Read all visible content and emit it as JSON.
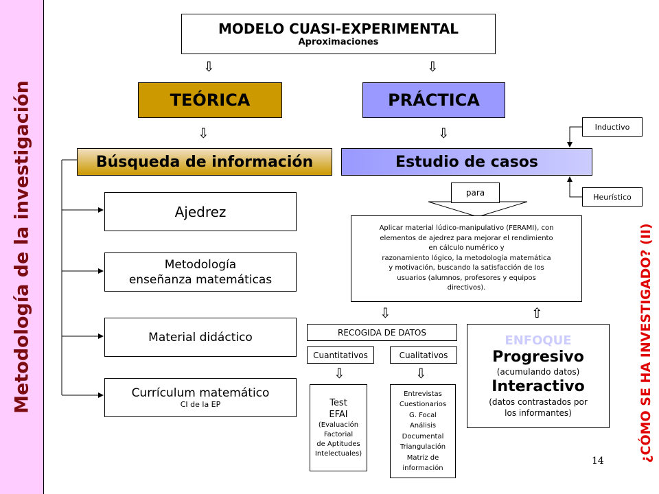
{
  "sidebar_title": "Metodología de la investigación",
  "right_title": "¿CÓMO SE HA INVESTIGADO? (II)",
  "model": {
    "title": "MODELO CUASI-EXPERIMENTAL",
    "subtitle": "Aproximaciones"
  },
  "teorica": "TEÓRICA",
  "practica": "PRÁCTICA",
  "busqueda": "Búsqueda de información",
  "estudio": "Estudio de casos",
  "inductivo": "Inductivo",
  "heuristico": "Heurístico",
  "para": "para",
  "left_items": [
    {
      "line1": "Ajedrez",
      "line2": ""
    },
    {
      "line1": "Metodología",
      "line2": "enseñanza matemáticas"
    },
    {
      "line1": "Material didáctico",
      "line2": ""
    },
    {
      "line1": "Currículum matemático",
      "line2": "CI de la EP"
    }
  ],
  "aplicar_lines": [
    "Aplicar material lúdico-manipulativo (FERAMI), con",
    "elementos de ajedrez para mejorar el rendimiento",
    "en cálculo numérico y",
    "razonamiento lógico, la metodología matemática",
    "y motivación, buscando la satisfacción de los",
    "usuarios (alumnos, profesores y equipos",
    "directivos)."
  ],
  "recogida": "RECOGIDA DE DATOS",
  "cuantitativos": "Cuantitativos",
  "cualitativos": "Cualitativos",
  "test_lines": [
    "Test",
    "EFAI",
    "(Evaluación",
    "Factorial",
    "de Aptitudes",
    "Intelectuales)"
  ],
  "entrevistas_lines": [
    "Entrevistas",
    "Cuestionarios",
    "G. Focal",
    "Análisis",
    "Documental",
    "Triangulación",
    "Matriz de",
    "información"
  ],
  "enfoque": {
    "title": "ENFOQUE",
    "progresivo": "Progresivo",
    "progresivo_sub": "(acumulando datos)",
    "interactivo": "Interactivo",
    "interactivo_sub1": "(datos contrastados por",
    "interactivo_sub2": "los informantes)"
  },
  "page_number": "14",
  "colors": {
    "sidebar_bg": "#ffccff",
    "teorica_bg": "#cc9900",
    "practica_bg": "#9999ff",
    "title_red": "#7a0c12",
    "right_red": "#e00000",
    "enfoque_text": "#ccccff"
  }
}
